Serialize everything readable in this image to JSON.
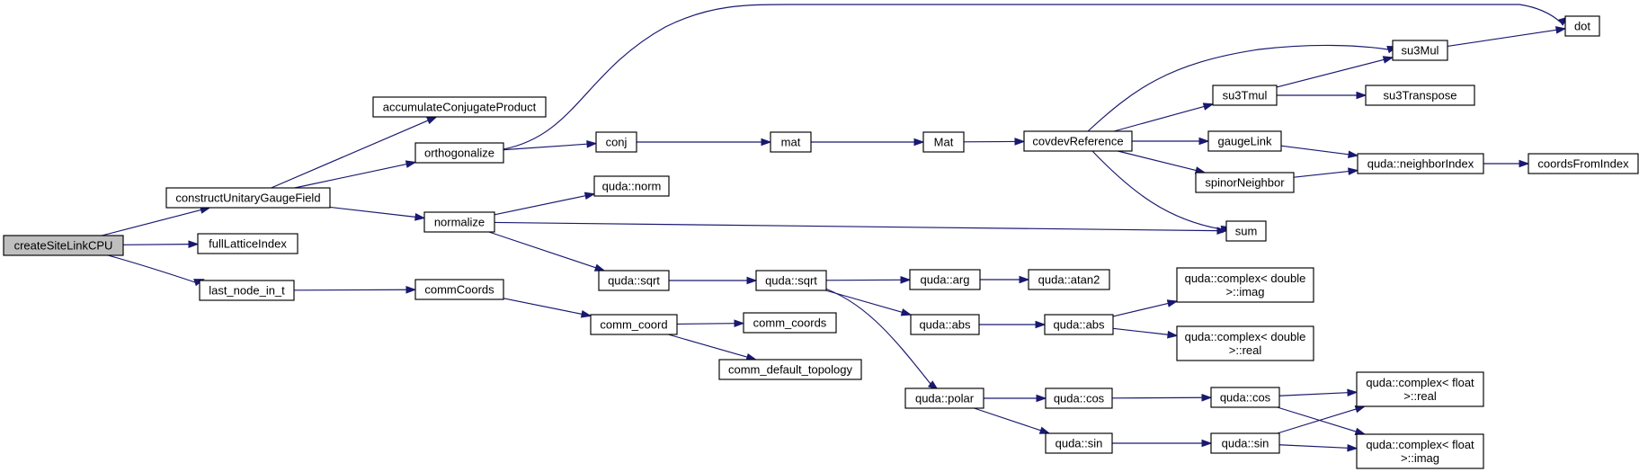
{
  "graph": {
    "colors": {
      "edge": "#191970",
      "node_border": "#000000",
      "root_fill": "#bfbfbf",
      "node_fill": "#ffffff",
      "background": "#ffffff"
    },
    "nodes": [
      {
        "id": "createSiteLinkCPU",
        "lines": [
          "createSiteLinkCPU"
        ],
        "root": true
      },
      {
        "id": "constructUnitaryGaugeField",
        "lines": [
          "constructUnitaryGaugeField"
        ]
      },
      {
        "id": "fullLatticeIndex",
        "lines": [
          "fullLatticeIndex"
        ]
      },
      {
        "id": "last_node_in_t",
        "lines": [
          "last_node_in_t"
        ]
      },
      {
        "id": "accumulateConjugateProduct",
        "lines": [
          "accumulateConjugateProduct"
        ]
      },
      {
        "id": "orthogonalize",
        "lines": [
          "orthogonalize"
        ]
      },
      {
        "id": "normalize",
        "lines": [
          "normalize"
        ]
      },
      {
        "id": "commCoords",
        "lines": [
          "commCoords"
        ]
      },
      {
        "id": "conj",
        "lines": [
          "conj"
        ]
      },
      {
        "id": "quda_norm",
        "lines": [
          "quda::norm"
        ]
      },
      {
        "id": "quda_sqrt_1",
        "lines": [
          "quda::sqrt"
        ]
      },
      {
        "id": "comm_coord",
        "lines": [
          "comm_coord"
        ]
      },
      {
        "id": "mat",
        "lines": [
          "mat"
        ]
      },
      {
        "id": "quda_sqrt_2",
        "lines": [
          "quda::sqrt"
        ]
      },
      {
        "id": "comm_coords",
        "lines": [
          "comm_coords"
        ]
      },
      {
        "id": "comm_default_topology",
        "lines": [
          "comm_default_topology"
        ]
      },
      {
        "id": "Mat",
        "lines": [
          "Mat"
        ]
      },
      {
        "id": "quda_arg",
        "lines": [
          "quda::arg"
        ]
      },
      {
        "id": "quda_abs_1",
        "lines": [
          "quda::abs"
        ]
      },
      {
        "id": "quda_polar",
        "lines": [
          "quda::polar"
        ]
      },
      {
        "id": "covdevReference",
        "lines": [
          "covdevReference"
        ]
      },
      {
        "id": "quda_atan2",
        "lines": [
          "quda::atan2"
        ]
      },
      {
        "id": "quda_abs_2",
        "lines": [
          "quda::abs"
        ]
      },
      {
        "id": "quda_cos_1",
        "lines": [
          "quda::cos"
        ]
      },
      {
        "id": "quda_sin_1",
        "lines": [
          "quda::sin"
        ]
      },
      {
        "id": "su3Tmul",
        "lines": [
          "su3Tmul"
        ]
      },
      {
        "id": "gaugeLink",
        "lines": [
          "gaugeLink"
        ]
      },
      {
        "id": "spinorNeighbor",
        "lines": [
          "spinorNeighbor"
        ]
      },
      {
        "id": "sum",
        "lines": [
          "sum"
        ]
      },
      {
        "id": "complex_double_imag",
        "lines": [
          "quda::complex< double",
          ">::imag"
        ]
      },
      {
        "id": "complex_double_real",
        "lines": [
          "quda::complex< double",
          ">::real"
        ]
      },
      {
        "id": "quda_cos_2",
        "lines": [
          "quda::cos"
        ]
      },
      {
        "id": "quda_sin_2",
        "lines": [
          "quda::sin"
        ]
      },
      {
        "id": "su3Mul",
        "lines": [
          "su3Mul"
        ]
      },
      {
        "id": "su3Transpose",
        "lines": [
          "su3Transpose"
        ]
      },
      {
        "id": "quda_neighborIndex",
        "lines": [
          "quda::neighborIndex"
        ]
      },
      {
        "id": "complex_float_real",
        "lines": [
          "quda::complex< float",
          ">::real"
        ]
      },
      {
        "id": "complex_float_imag",
        "lines": [
          "quda::complex< float",
          ">::imag"
        ]
      },
      {
        "id": "dot",
        "lines": [
          "dot"
        ]
      },
      {
        "id": "coordsFromIndex",
        "lines": [
          "coordsFromIndex"
        ]
      }
    ],
    "edges": [
      [
        "createSiteLinkCPU",
        "constructUnitaryGaugeField"
      ],
      [
        "createSiteLinkCPU",
        "fullLatticeIndex"
      ],
      [
        "createSiteLinkCPU",
        "last_node_in_t"
      ],
      [
        "constructUnitaryGaugeField",
        "accumulateConjugateProduct"
      ],
      [
        "constructUnitaryGaugeField",
        "orthogonalize"
      ],
      [
        "constructUnitaryGaugeField",
        "normalize"
      ],
      [
        "orthogonalize",
        "dot"
      ],
      [
        "orthogonalize",
        "conj"
      ],
      [
        "conj",
        "mat"
      ],
      [
        "mat",
        "Mat"
      ],
      [
        "Mat",
        "covdevReference"
      ],
      [
        "covdevReference",
        "su3Mul"
      ],
      [
        "covdevReference",
        "su3Tmul"
      ],
      [
        "covdevReference",
        "gaugeLink"
      ],
      [
        "covdevReference",
        "spinorNeighbor"
      ],
      [
        "covdevReference",
        "sum"
      ],
      [
        "su3Mul",
        "dot"
      ],
      [
        "su3Tmul",
        "su3Mul"
      ],
      [
        "su3Tmul",
        "su3Transpose"
      ],
      [
        "gaugeLink",
        "quda_neighborIndex"
      ],
      [
        "spinorNeighbor",
        "quda_neighborIndex"
      ],
      [
        "quda_neighborIndex",
        "coordsFromIndex"
      ],
      [
        "normalize",
        "quda_norm"
      ],
      [
        "normalize",
        "sum"
      ],
      [
        "normalize",
        "quda_sqrt_1"
      ],
      [
        "quda_sqrt_1",
        "quda_sqrt_2"
      ],
      [
        "quda_sqrt_2",
        "quda_arg"
      ],
      [
        "quda_sqrt_2",
        "quda_abs_1"
      ],
      [
        "quda_sqrt_2",
        "quda_polar"
      ],
      [
        "quda_arg",
        "quda_atan2"
      ],
      [
        "quda_abs_1",
        "quda_abs_2"
      ],
      [
        "quda_abs_2",
        "complex_double_imag"
      ],
      [
        "quda_abs_2",
        "complex_double_real"
      ],
      [
        "quda_polar",
        "quda_cos_1"
      ],
      [
        "quda_polar",
        "quda_sin_1"
      ],
      [
        "quda_cos_1",
        "quda_cos_2"
      ],
      [
        "quda_sin_1",
        "quda_sin_2"
      ],
      [
        "quda_cos_2",
        "complex_float_real"
      ],
      [
        "quda_cos_2",
        "complex_float_imag"
      ],
      [
        "quda_sin_2",
        "complex_float_real"
      ],
      [
        "quda_sin_2",
        "complex_float_imag"
      ],
      [
        "last_node_in_t",
        "commCoords"
      ],
      [
        "commCoords",
        "comm_coord"
      ],
      [
        "comm_coord",
        "comm_coords"
      ],
      [
        "comm_coord",
        "comm_default_topology"
      ]
    ]
  }
}
